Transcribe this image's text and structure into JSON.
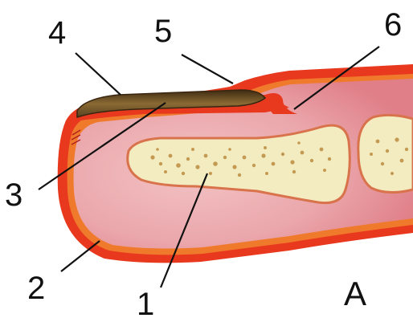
{
  "diagram": {
    "panel_label": "A",
    "callouts": [
      {
        "id": "c1",
        "text": "1"
      },
      {
        "id": "c2",
        "text": "2"
      },
      {
        "id": "c3",
        "text": "3"
      },
      {
        "id": "c4",
        "text": "4"
      },
      {
        "id": "c5",
        "text": "5"
      },
      {
        "id": "c6",
        "text": "6"
      }
    ]
  },
  "colors": {
    "outer_skin": "#e8391f",
    "inner_tissue": "#e69aa0",
    "tissue_core": "#f0b6b8",
    "bone": "#f3ecc0",
    "bone_outline": "#d9734c",
    "marrow_dots": "#c49a52",
    "nail_plate": "#7a5a2a",
    "nail_dark": "#4a3418",
    "lines": "#111111"
  }
}
